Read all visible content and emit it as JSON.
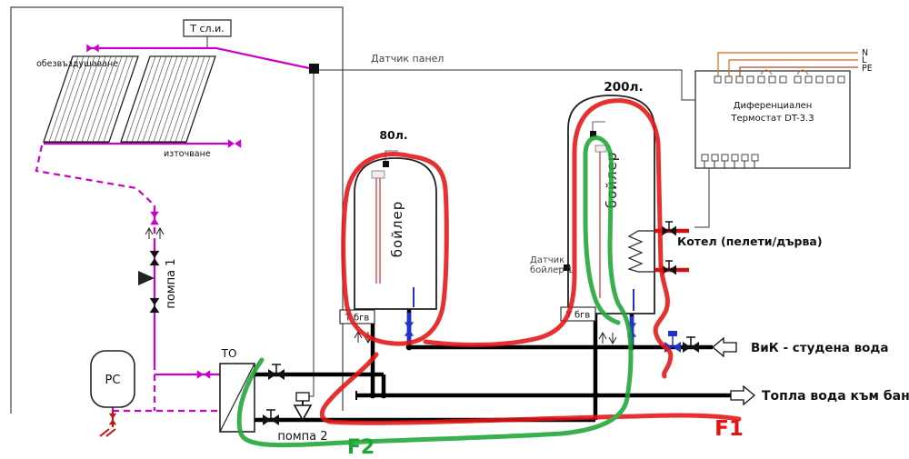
{
  "labels": {
    "sensor_panel": "Датчик панел",
    "t_sli": "Т сл.и.",
    "air_vent": "обезвъздушаване",
    "drain": "източване",
    "pump1": "помпа 1",
    "pump2": "помпа 2",
    "expansion_vessel": "РС",
    "heat_exchanger": "ТО",
    "boiler80_size": "80л.",
    "boiler200_size": "200л.",
    "boiler80_text": "бойлер",
    "boiler200_text": "бойлер",
    "t_bgv80": "Т бгв",
    "t_bgv200": "Т бгв",
    "sensor_boiler1_l1": "Датчик",
    "sensor_boiler1_l2": "бойлер 1",
    "thermostat_l1": "Диференциален",
    "thermostat_l2": "Термостат DT-3.3",
    "kotel": "Котел (пелети/дърва)",
    "cold_water": "ВиК - студена вода",
    "hot_water": "Топла вода към баните",
    "f1": "F1",
    "f2": "F2",
    "wire_n": "N",
    "wire_l": "L",
    "wire_pe": "PE"
  },
  "colors": {
    "solar_circuit": "#cc00cc",
    "pipe_black": "#000000",
    "valve_blue": "#2233cc",
    "kotel_red": "#cc1111",
    "element_red": "#cc3333",
    "annotation_red": "#e41414",
    "annotation_green": "#1ea636",
    "wire_orange": "#d2691e"
  }
}
